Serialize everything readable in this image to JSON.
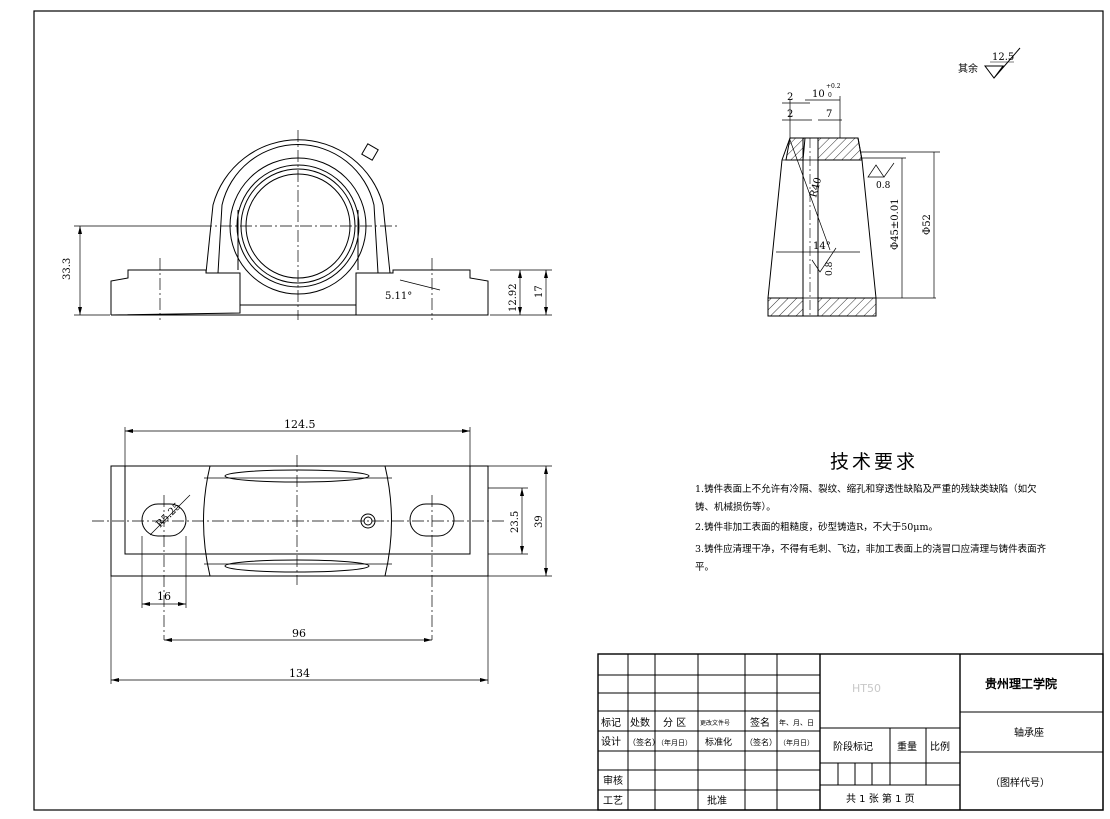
{
  "roughness": {
    "label": "其余",
    "value": "12.5"
  },
  "front_view": {
    "dim_height_center": "33.3",
    "dim_angle": "5.11°",
    "dim_base": "12.92",
    "dim_total": "17"
  },
  "section_view": {
    "dim_top_left": "2",
    "dim_groove": "10",
    "dim_groove_tol_upper": "+0.2",
    "dim_groove_tol_lower": "0",
    "dim_lower_left": "2",
    "dim_lower_right": "7",
    "dim_radius": "R40",
    "dim_bore": "Φ45±0.01",
    "dim_outer": "Φ52",
    "dim_angle": "14°",
    "rough_bore": "0.8",
    "rough_inner": "0.8"
  },
  "top_view": {
    "dim_width_top": "124.5",
    "dim_hole_r": "R5.25",
    "dim_depth_inner": "23.5",
    "dim_depth_total": "39",
    "dim_hole_dist": "16",
    "dim_bolt_span": "96",
    "dim_length_total": "134"
  },
  "tech": {
    "title": "技术要求",
    "lines": [
      "1.铸件表面上不允许有冷隔、裂纹、缩孔和穿透性缺陷及严重的残缺类缺陷（如欠",
      "铸、机械损伤等）。",
      "2.铸件非加工表面的粗糙度，砂型铸造R，不大于50μm。",
      "3.铸件应清理干净，不得有毛刺、飞边，非加工表面上的浇冒口应清理与铸件表面齐",
      "平。"
    ]
  },
  "title_block": {
    "material": "HT50",
    "school": "贵州理工学院",
    "part_name": "轴承座",
    "drawing_no": "（图样代号）",
    "sheets": "共 1 张  第 1 页",
    "row_mark": [
      "标记",
      "处数",
      "分 区",
      "更改文件号",
      "签名",
      "年、月、日"
    ],
    "row_design": [
      "设计",
      "（签名）",
      "（年月日）",
      "标准化",
      "（签名）",
      "（年月日）"
    ],
    "stage_mark": "阶段标记",
    "weight": "重量",
    "scale": "比例",
    "review": "审核",
    "process": "工艺",
    "approve": "批准"
  }
}
